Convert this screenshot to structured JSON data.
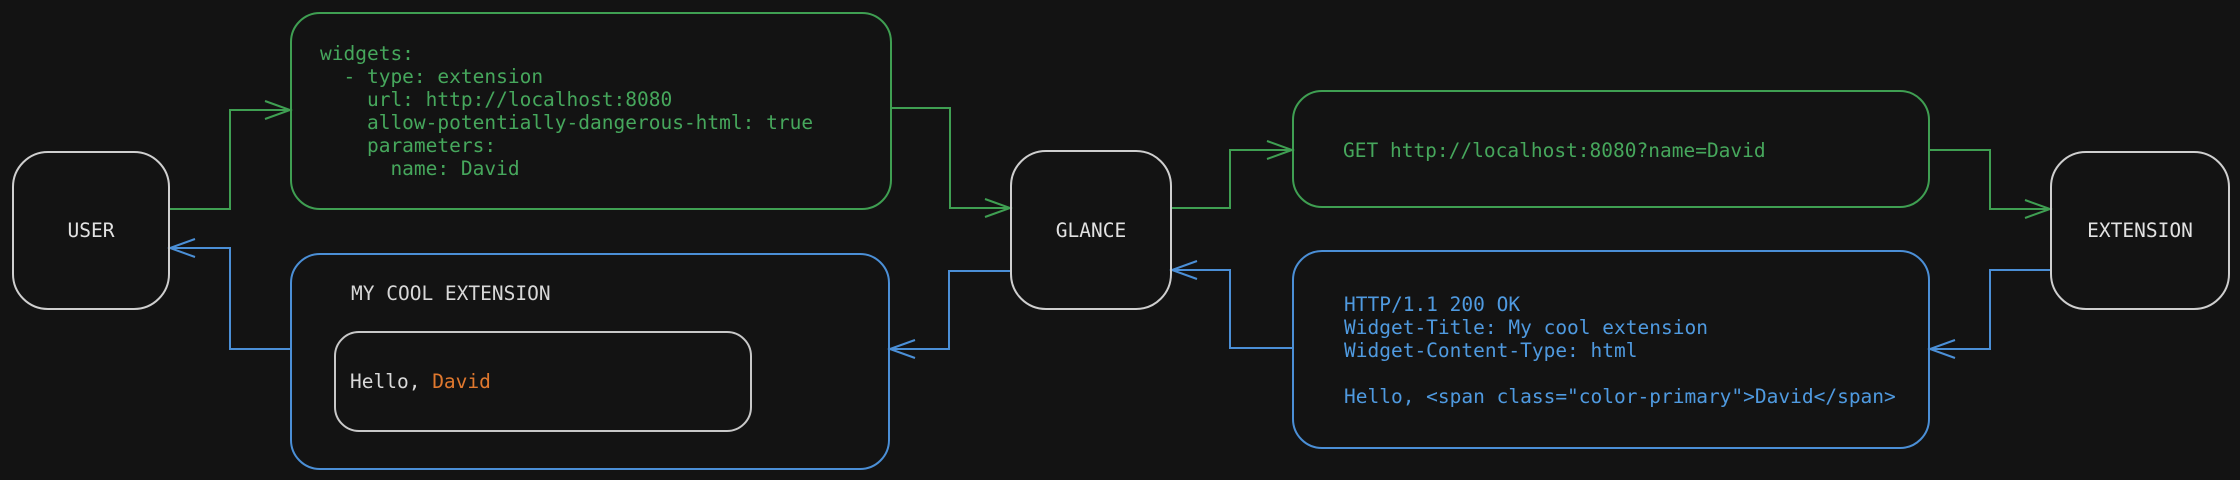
{
  "colors": {
    "bg": "#131313",
    "green-line": "#3f9f52",
    "green-text": "#46a75c",
    "blue-line": "#4b8fd6",
    "blue-text": "#4f9ae0",
    "orange": "#e0782e",
    "node-border": "#cfcfcf",
    "node-text": "#e2e2e2",
    "inner-border": "#c8c8c8",
    "title-text": "#d8d8d8",
    "greeting-text": "#d9d9d9"
  },
  "nodes": {
    "user": {
      "label": "USER"
    },
    "glance": {
      "label": "GLANCE"
    },
    "extension": {
      "label": "EXTENSION"
    }
  },
  "messages": {
    "config_yaml": {
      "code": "widgets:\n  - type: extension\n    url: http://localhost:8080\n    allow-potentially-dangerous-html: true\n    parameters:\n      name: David"
    },
    "http_request": {
      "code": "GET http://localhost:8080?name=David"
    },
    "http_response": {
      "code": "HTTP/1.1 200 OK\nWidget-Title: My cool extension\nWidget-Content-Type: html\n\nHello, <span class=\"color-primary\">David</span>"
    },
    "widget_preview": {
      "title": "MY COOL EXTENSION",
      "greeting_prefix": "Hello, ",
      "greeting_name": "David"
    }
  }
}
